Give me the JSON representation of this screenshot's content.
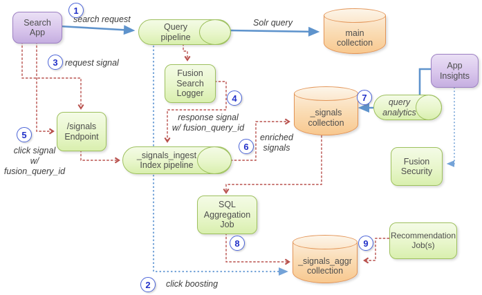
{
  "diagram": {
    "title_hint": "Fusion signals flow diagram",
    "colors": {
      "app_box": "#d9c6ec",
      "app_box_border": "#9c7fc2",
      "service_box": "#e8f6cb",
      "service_box_border": "#9dc05d",
      "collection_fill": "#fadcb4",
      "collection_border": "#e29355",
      "solid_arrow": "#5e93cc",
      "dotted_arrow": "#74a3d8",
      "dashed_arrow": "#b8514d",
      "step_badge_border": "#4a63d8",
      "step_badge_text": "#2130c8"
    },
    "nodes": {
      "search_app": {
        "label": "Search\nApp"
      },
      "query_pipeline": {
        "label": "Query\npipeline"
      },
      "main_collection": {
        "label": "main\ncollection"
      },
      "fusion_search_logger": {
        "label": "Fusion\nSearch\nLogger"
      },
      "signals_endpoint": {
        "label": "/signals\nEndpoint"
      },
      "signals_ingest": {
        "label": "_signals_ingest\nIndex pipeline"
      },
      "signals_collection": {
        "label": "_signals\ncollection"
      },
      "app_insights": {
        "label": "App\nInsights"
      },
      "query_analytics": {
        "label": "query\nanalytics"
      },
      "fusion_security": {
        "label": "Fusion\nSecurity"
      },
      "sql_aggregation_job": {
        "label": "SQL\nAggregation\nJob"
      },
      "signals_aggr_collection": {
        "label": "_signals_aggr\ncollection"
      },
      "recommendation_jobs": {
        "label": "Recommendation\nJob(s)"
      }
    },
    "edge_labels": {
      "search_request": "search request",
      "solr_query": "Solr query",
      "request_signal": "request signal",
      "response_signal": "response signal\nw/ fusion_query_id",
      "click_signal": "click signal\nw/ fusion_query_id",
      "enriched_signals": "enriched\nsignals",
      "click_boosting": "click boosting"
    },
    "steps": {
      "s1": "1",
      "s2": "2",
      "s3": "3",
      "s4": "4",
      "s5": "5",
      "s6": "6",
      "s7": "7",
      "s8": "8",
      "s9": "9"
    }
  }
}
